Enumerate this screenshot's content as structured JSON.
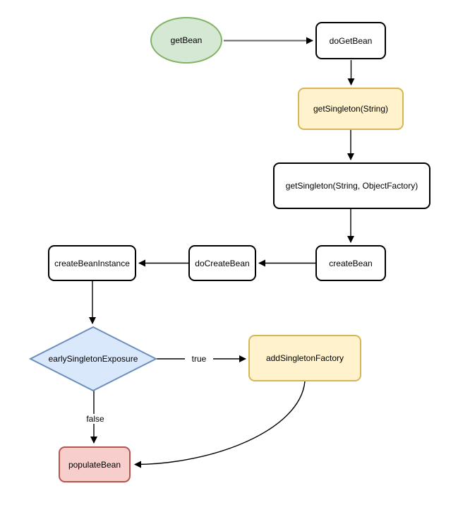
{
  "diagram": {
    "type": "flowchart",
    "background_color": "#ffffff",
    "nodes": [
      {
        "id": "getBean",
        "label": "getBean",
        "shape": "ellipse",
        "fill": "#d5e8d4",
        "stroke": "#82b366"
      },
      {
        "id": "doGetBean",
        "label": "doGetBean",
        "shape": "rounded-rect",
        "fill": "#ffffff",
        "stroke": "#000000"
      },
      {
        "id": "getSingletonString",
        "label": "getSingleton(String)",
        "shape": "rounded-rect",
        "fill": "#fff2cc",
        "stroke": "#d6b656"
      },
      {
        "id": "getSingletonStringObjectFactory",
        "label": "getSingleton(String, ObjectFactory)",
        "shape": "rounded-rect",
        "fill": "#ffffff",
        "stroke": "#000000"
      },
      {
        "id": "createBean",
        "label": "createBean",
        "shape": "rounded-rect",
        "fill": "#ffffff",
        "stroke": "#000000"
      },
      {
        "id": "doCreateBean",
        "label": "doCreateBean",
        "shape": "rounded-rect",
        "fill": "#ffffff",
        "stroke": "#000000"
      },
      {
        "id": "createBeanInstance",
        "label": "createBeanInstance",
        "shape": "rounded-rect",
        "fill": "#ffffff",
        "stroke": "#000000"
      },
      {
        "id": "earlySingletonExposure",
        "label": "earlySingletonExposure",
        "shape": "diamond",
        "fill": "#dae8fc",
        "stroke": "#6c8ebf"
      },
      {
        "id": "addSingletonFactory",
        "label": "addSingletonFactory",
        "shape": "rounded-rect",
        "fill": "#fff2cc",
        "stroke": "#d6b656"
      },
      {
        "id": "populateBean",
        "label": "populateBean",
        "shape": "rounded-rect",
        "fill": "#f8cecc",
        "stroke": "#b85450"
      }
    ],
    "edges": [
      {
        "from": "getBean",
        "to": "doGetBean",
        "label": "",
        "color": "#666666"
      },
      {
        "from": "doGetBean",
        "to": "getSingletonString",
        "label": "",
        "color": "#000000"
      },
      {
        "from": "getSingletonString",
        "to": "getSingletonStringObjectFactory",
        "label": "",
        "color": "#000000"
      },
      {
        "from": "getSingletonStringObjectFactory",
        "to": "createBean",
        "label": "",
        "color": "#000000"
      },
      {
        "from": "createBean",
        "to": "doCreateBean",
        "label": "",
        "color": "#000000"
      },
      {
        "from": "doCreateBean",
        "to": "createBeanInstance",
        "label": "",
        "color": "#000000"
      },
      {
        "from": "createBeanInstance",
        "to": "earlySingletonExposure",
        "label": "",
        "color": "#000000"
      },
      {
        "from": "earlySingletonExposure",
        "to": "addSingletonFactory",
        "label": "true",
        "color": "#000000"
      },
      {
        "from": "earlySingletonExposure",
        "to": "populateBean",
        "label": "false",
        "color": "#000000"
      },
      {
        "from": "addSingletonFactory",
        "to": "populateBean",
        "label": "",
        "color": "#000000",
        "style": "curved"
      }
    ]
  }
}
